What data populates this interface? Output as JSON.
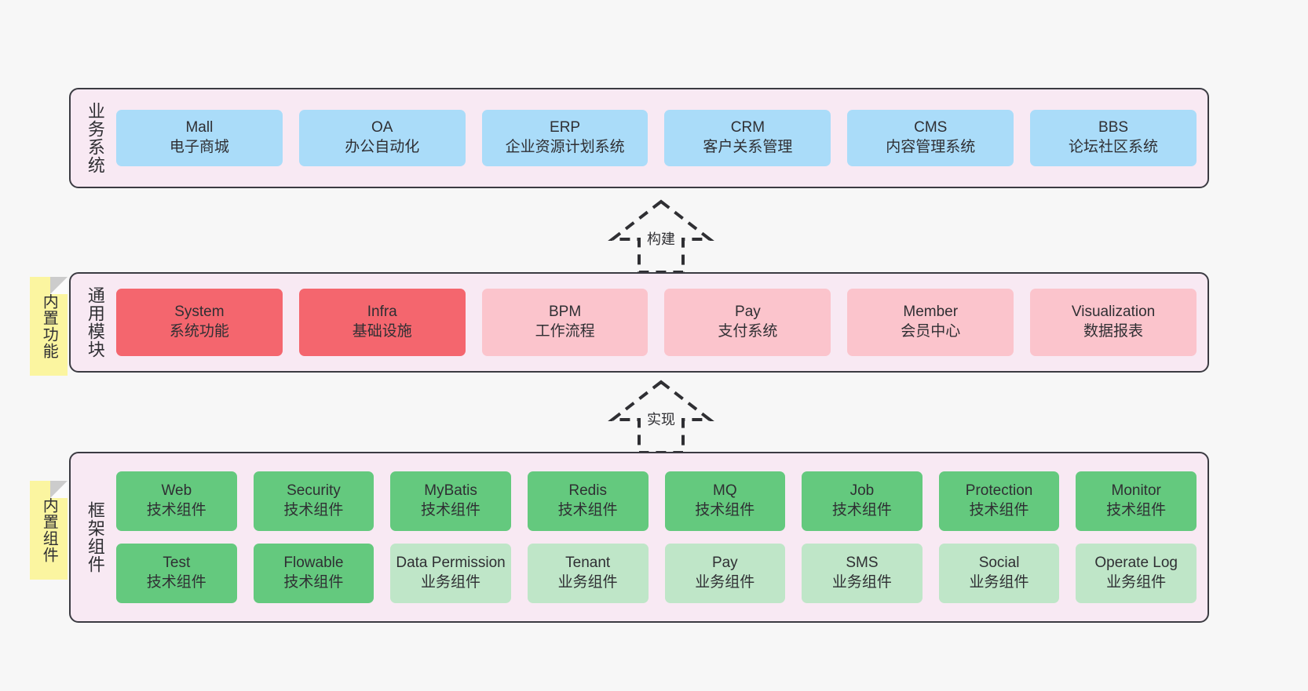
{
  "diagram": {
    "background_color": "#f7f7f7",
    "panel_color": "#f8e9f3",
    "panel_border_color": "#3b3b42",
    "sticky_color": "#fbf5a0"
  },
  "layers": {
    "business": {
      "title": "业务系统",
      "card_color": "#aadcf9",
      "cards": [
        {
          "name": "Mall",
          "desc": "电子商城"
        },
        {
          "name": "OA",
          "desc": "办公自动化"
        },
        {
          "name": "ERP",
          "desc": "企业资源计划系统"
        },
        {
          "name": "CRM",
          "desc": "客户关系管理"
        },
        {
          "name": "CMS",
          "desc": "内容管理系统"
        },
        {
          "name": "BBS",
          "desc": "论坛社区系统"
        }
      ]
    },
    "modules": {
      "title": "通用模块",
      "sticky": "内置功能",
      "card_color_strong": "#f4666e",
      "card_color_soft": "#fbc4cc",
      "cards": [
        {
          "name": "System",
          "desc": "系统功能",
          "emphasis": "strong"
        },
        {
          "name": "Infra",
          "desc": "基础设施",
          "emphasis": "strong"
        },
        {
          "name": "BPM",
          "desc": "工作流程",
          "emphasis": "soft"
        },
        {
          "name": "Pay",
          "desc": "支付系统",
          "emphasis": "soft"
        },
        {
          "name": "Member",
          "desc": "会员中心",
          "emphasis": "soft"
        },
        {
          "name": "Visualization",
          "desc": "数据报表",
          "emphasis": "soft"
        }
      ]
    },
    "framework": {
      "title": "框架组件",
      "sticky": "内置组件",
      "card_color_tech": "#64c97e",
      "card_color_biz": "#bfe6c8",
      "row_tech": [
        {
          "name": "Web",
          "desc": "技术组件"
        },
        {
          "name": "Security",
          "desc": "技术组件"
        },
        {
          "name": "MyBatis",
          "desc": "技术组件"
        },
        {
          "name": "Redis",
          "desc": "技术组件"
        },
        {
          "name": "MQ",
          "desc": "技术组件"
        },
        {
          "name": "Job",
          "desc": "技术组件"
        },
        {
          "name": "Protection",
          "desc": "技术组件"
        },
        {
          "name": "Monitor",
          "desc": "技术组件"
        }
      ],
      "row_biz": [
        {
          "name": "Test",
          "desc": "技术组件",
          "kind": "tech"
        },
        {
          "name": "Flowable",
          "desc": "技术组件",
          "kind": "tech"
        },
        {
          "name": "Data Permission",
          "desc": "业务组件",
          "kind": "biz"
        },
        {
          "name": "Tenant",
          "desc": "业务组件",
          "kind": "biz"
        },
        {
          "name": "Pay",
          "desc": "业务组件",
          "kind": "biz"
        },
        {
          "name": "SMS",
          "desc": "业务组件",
          "kind": "biz"
        },
        {
          "name": "Social",
          "desc": "业务组件",
          "kind": "biz"
        },
        {
          "name": "Operate Log",
          "desc": "业务组件",
          "kind": "biz"
        }
      ]
    }
  },
  "arrows": [
    {
      "label": "构建",
      "direction": "up",
      "style": "dashed-hollow"
    },
    {
      "label": "实现",
      "direction": "up",
      "style": "dashed-hollow"
    }
  ]
}
